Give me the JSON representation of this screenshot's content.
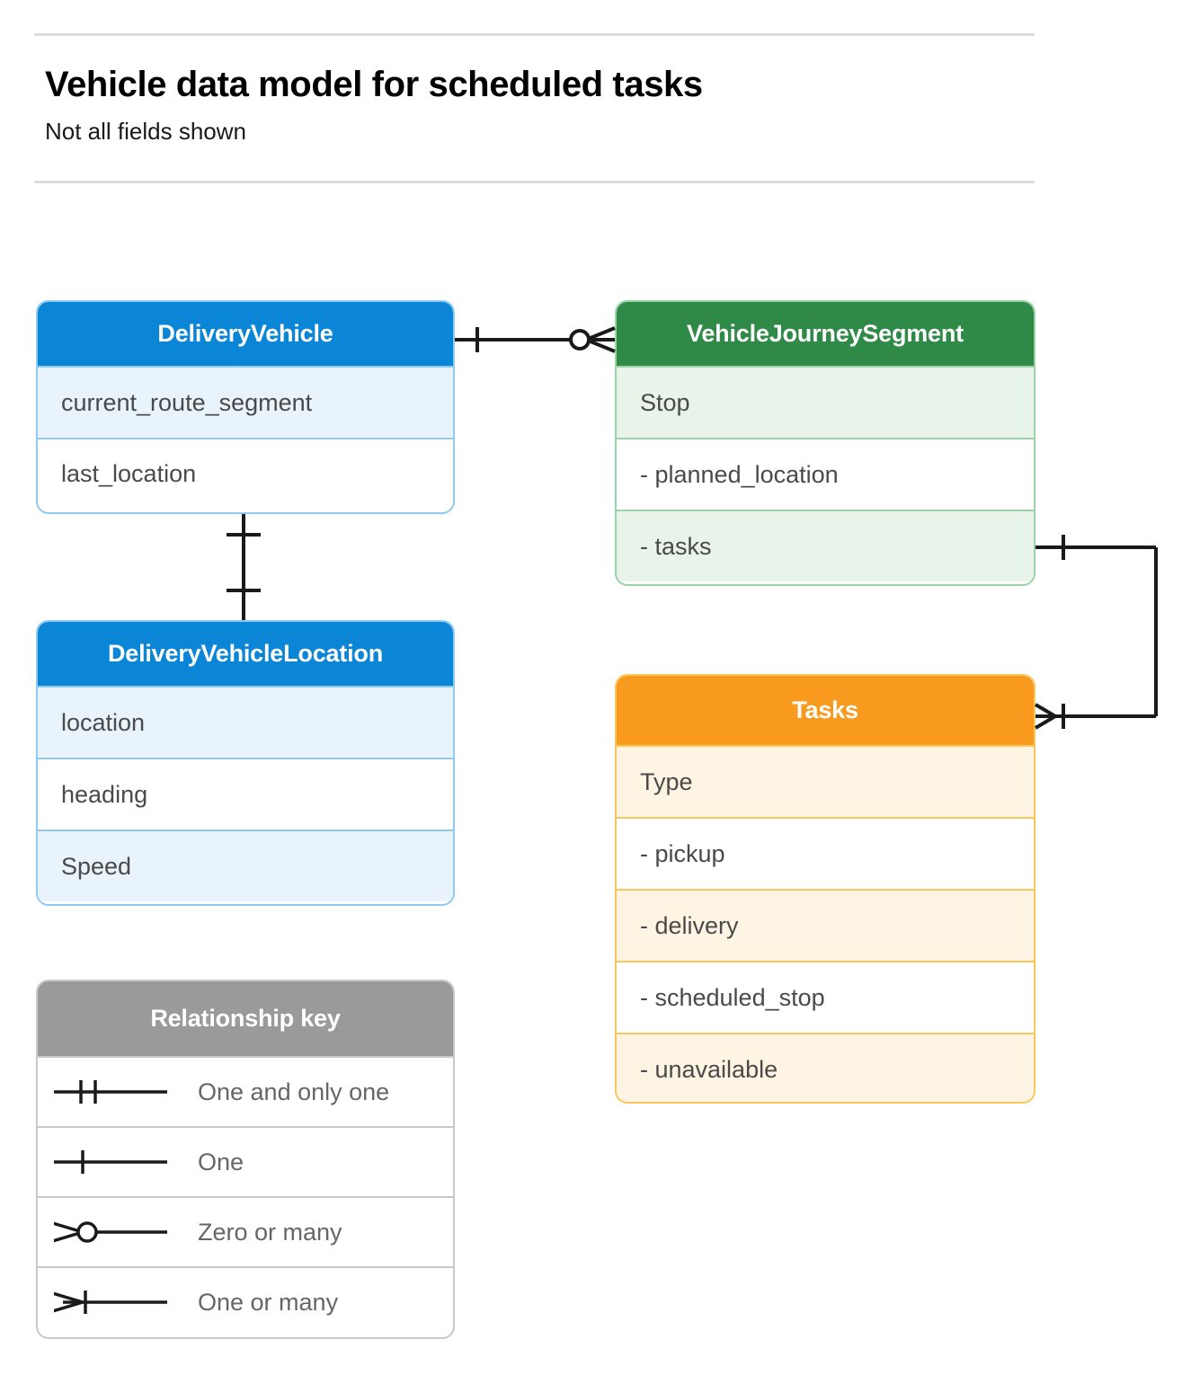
{
  "header": {
    "title": "Vehicle data model for scheduled tasks",
    "subtitle": "Not all fields shown"
  },
  "colors": {
    "blue_header": "#0b85d5",
    "blue_border": "#8fcaf2",
    "blue_row_alt": "#e8f3fc",
    "green_header": "#2f8a47",
    "green_border": "#9bd2a9",
    "green_row_alt": "#e8f3ea",
    "orange_header": "#f79a1e",
    "orange_border": "#fbc65c",
    "orange_row_alt": "#fdf4e3",
    "gray_header": "#9a9a9a",
    "gray_border": "#c8c8c8",
    "gray_row_alt": "#eaeaea",
    "rule": "#dadce0",
    "connector": "#1a1a1a",
    "field_text": "#4a4a4a"
  },
  "entities": [
    {
      "id": "delivery-vehicle",
      "name": "DeliveryVehicle",
      "color": "blue",
      "fields": [
        {
          "label": "current_route_segment"
        },
        {
          "label": "last_location"
        }
      ]
    },
    {
      "id": "vehicle-journey-segment",
      "name": "VehicleJourneySegment",
      "color": "green",
      "fields": [
        {
          "label": "Stop"
        },
        {
          "label": "-  planned_location"
        },
        {
          "label": "- tasks"
        }
      ]
    },
    {
      "id": "delivery-vehicle-location",
      "name": "DeliveryVehicleLocation",
      "color": "blue",
      "fields": [
        {
          "label": "location"
        },
        {
          "label": "heading"
        },
        {
          "label": "Speed"
        }
      ]
    },
    {
      "id": "tasks",
      "name": "Tasks",
      "color": "orange",
      "fields": [
        {
          "label": "Type"
        },
        {
          "label": "-  pickup"
        },
        {
          "label": "-  delivery"
        },
        {
          "label": "-  scheduled_stop"
        },
        {
          "label": "-  unavailable"
        }
      ]
    }
  ],
  "legend": {
    "title": "Relationship key",
    "items": [
      {
        "symbol": "one-and-only-one",
        "label": "One and only one"
      },
      {
        "symbol": "one",
        "label": "One"
      },
      {
        "symbol": "zero-or-many",
        "label": "Zero or many"
      },
      {
        "symbol": "one-or-many",
        "label": "One or many"
      }
    ]
  },
  "relationships": [
    {
      "id": "vehicle-to-journey-segment",
      "from": "DeliveryVehicle",
      "to": "VehicleJourneySegment",
      "from_cardinality": "one",
      "to_cardinality": "zero-or-many"
    },
    {
      "id": "vehicle-to-vehicle-location",
      "from": "DeliveryVehicle",
      "to": "DeliveryVehicleLocation",
      "from_cardinality": "one",
      "to_cardinality": "one"
    },
    {
      "id": "journey-segment-tasks-to-tasks",
      "from": "VehicleJourneySegment.tasks",
      "to": "Tasks",
      "from_cardinality": "one",
      "to_cardinality": "one-or-many"
    }
  ]
}
